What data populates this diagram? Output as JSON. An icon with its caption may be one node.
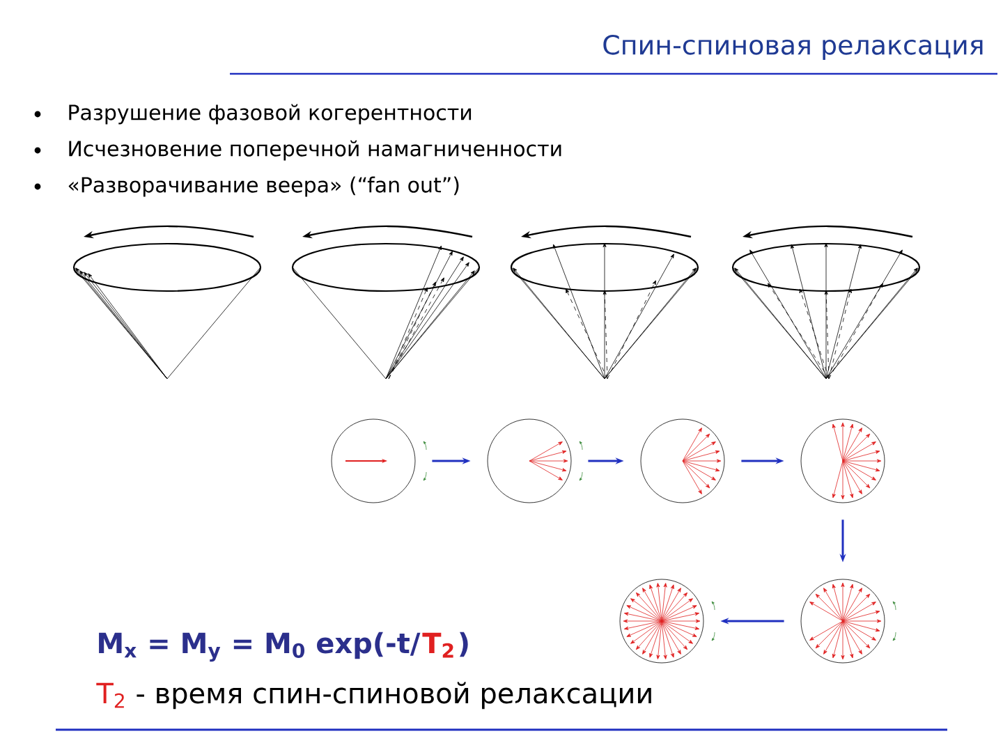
{
  "diagram": {
    "title": "Спин-спиновая релаксация",
    "nodes": [
      {
        "text": [],
        "shape": "circle"
      },
      {
        "text": [],
        "shape": "circle"
      },
      {
        "text": [],
        "shape": "circle"
      },
      {
        "text": [],
        "shape": "circle"
      },
      {
        "text": [],
        "shape": "circle"
      },
      {
        "text": [],
        "shape": "circle"
      }
    ],
    "edges": [
      {
        "from": 0,
        "to": 1,
        "arrow": "to"
      },
      {
        "from": 1,
        "to": 2,
        "arrow": "to"
      },
      {
        "from": 2,
        "to": 3,
        "arrow": "to"
      },
      {
        "from": 3,
        "to": 5,
        "arrow": "to"
      },
      {
        "from": 5,
        "to": 4,
        "arrow": "to"
      }
    ],
    "labels": [
      "Разрушение фазовой когерентности",
      "Исчезновение поперечной намагниченности",
      "«Разворачивание веера» (“fan out”)",
      "M$_{x}$ = M$_{y}$ = M$_{0}$ exp(-t/",
      "T$_{2}$",
      ")",
      "T$_{2}$",
      "- время спин-спиновой релаксации"
    ]
  }
}
